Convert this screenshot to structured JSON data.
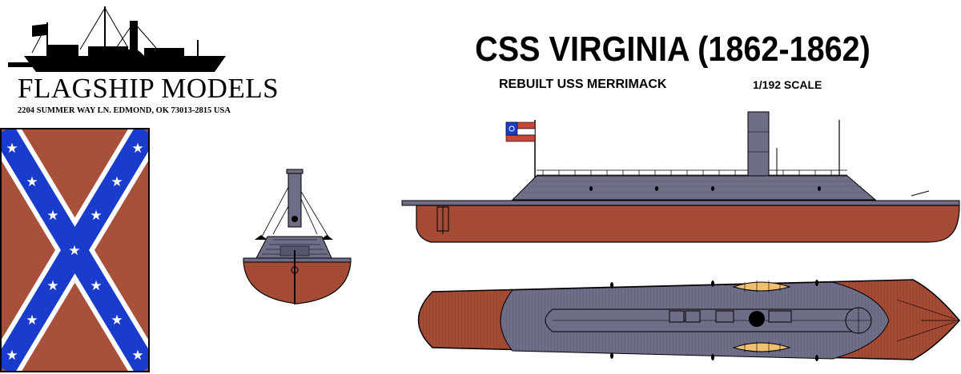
{
  "logo": {
    "name": "FLAGSHIP MODELS",
    "address": "2204 SUMMER WAY LN. EDMOND, OK 73013-2815 USA"
  },
  "header": {
    "title": "CSS VIRGINIA (1862-1862)",
    "subtitle": "REBUILT USS MERRIMACK",
    "scale": "1/192 SCALE"
  },
  "colors": {
    "hull_red": "#a54a35",
    "armor_gray": "#6e6e88",
    "flag_blue": "#1a3ccc",
    "flag_red": "#a8503c",
    "outline": "#000000"
  }
}
